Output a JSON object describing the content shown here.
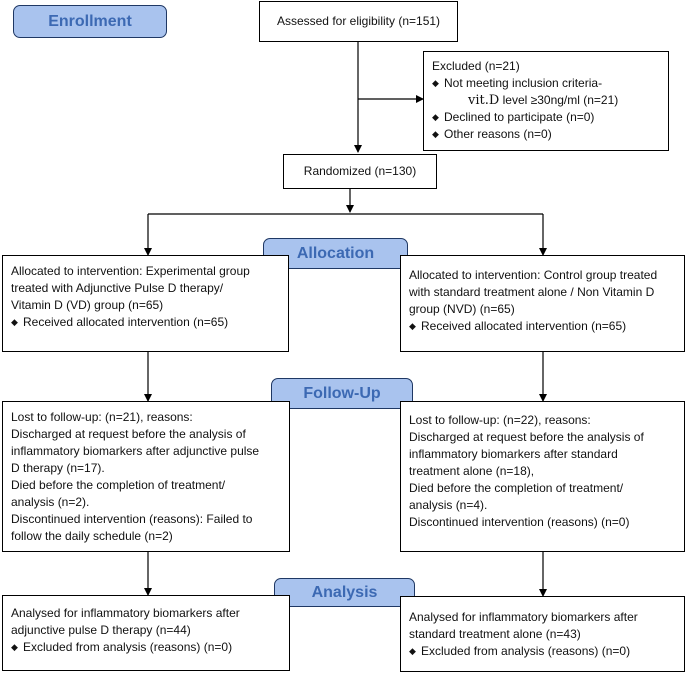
{
  "stages": {
    "enrollment": "Enrollment",
    "allocation": "Allocation",
    "followup": "Follow-Up",
    "analysis": "Analysis"
  },
  "assessed": "Assessed for eligibility (n=151)",
  "excluded": {
    "title": "Excluded (n=21)",
    "item1_a": "Not meeting inclusion criteria-",
    "item1_b_vit": "vit.D",
    "item1_b_rest": " level ≥30ng/ml (n=21)",
    "item2": "Declined to participate (n=0)",
    "item3": "Other reasons (n=0)"
  },
  "randomized": "Randomized (n=130)",
  "allocation_left": {
    "l1": "Allocated to intervention: Experimental group",
    "l2": "treated with Adjunctive Pulse D therapy/",
    "l3": "Vitamin D (VD) group (n=65)",
    "bullet": "Received allocated intervention (n=65)"
  },
  "allocation_right": {
    "l1": "Allocated to intervention: Control group treated",
    "l2": "with standard treatment alone / Non Vitamin D",
    "l3": "group (NVD) (n=65)",
    "bullet": "Received allocated intervention (n=65)"
  },
  "followup_left": {
    "l1": "Lost to follow-up: (n=21), reasons:",
    "l2": "Discharged at request before the analysis of",
    "l3": "inflammatory biomarkers after adjunctive pulse",
    "l4": "D therapy (n=17).",
    "l5": "Died before the completion of treatment/",
    "l6": "analysis (n=2).",
    "l7": "Discontinued intervention (reasons): Failed to",
    "l8": "follow the daily schedule (n=2)"
  },
  "followup_right": {
    "l1": "Lost to follow-up: (n=22), reasons:",
    "l2": "Discharged at request before the analysis of",
    "l3": "inflammatory biomarkers after standard",
    "l4": "treatment alone (n=18),",
    "l5": "Died before the completion of treatment/",
    "l6": "analysis (n=4).",
    "l7": "Discontinued intervention (reasons) (n=0)"
  },
  "analysis_left": {
    "l1": "Analysed for inflammatory biomarkers after",
    "l2": "adjunctive pulse D therapy (n=44)",
    "bullet": "Excluded from analysis (reasons) (n=0)"
  },
  "analysis_right": {
    "l1": "Analysed for inflammatory biomarkers after",
    "l2": "standard treatment alone (n=43)",
    "bullet": "Excluded from analysis (reasons) (n=0)"
  }
}
